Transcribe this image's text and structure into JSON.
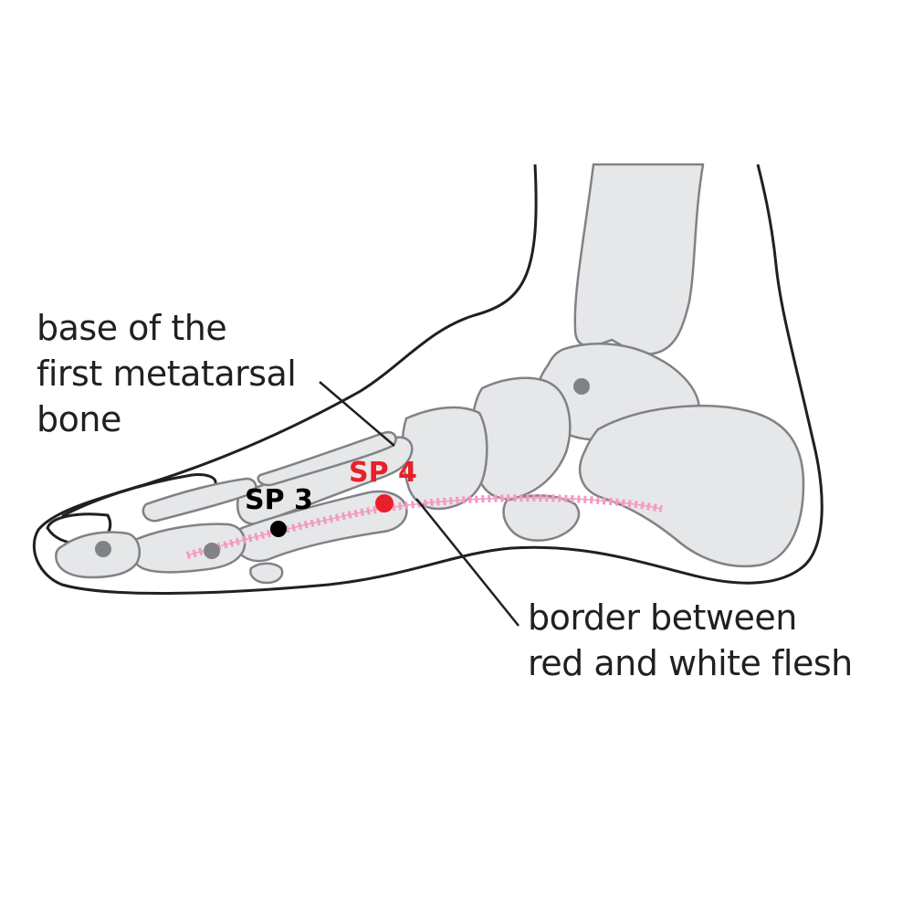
{
  "annotations": {
    "base_line1": "base of the",
    "base_line2": "first metatarsal",
    "base_line3": "bone",
    "border_line1": "border between",
    "border_line2": "red and white flesh"
  },
  "points": {
    "sp3": "SP 3",
    "sp4": "SP 4"
  },
  "colors": {
    "outline": "#231f20",
    "bone_fill": "#e6e7e8",
    "bone_stroke": "#808285",
    "marker_grey": "#808285",
    "sp3": "#000000",
    "sp4": "#e8202a",
    "flesh_border": "#f49ac1"
  }
}
